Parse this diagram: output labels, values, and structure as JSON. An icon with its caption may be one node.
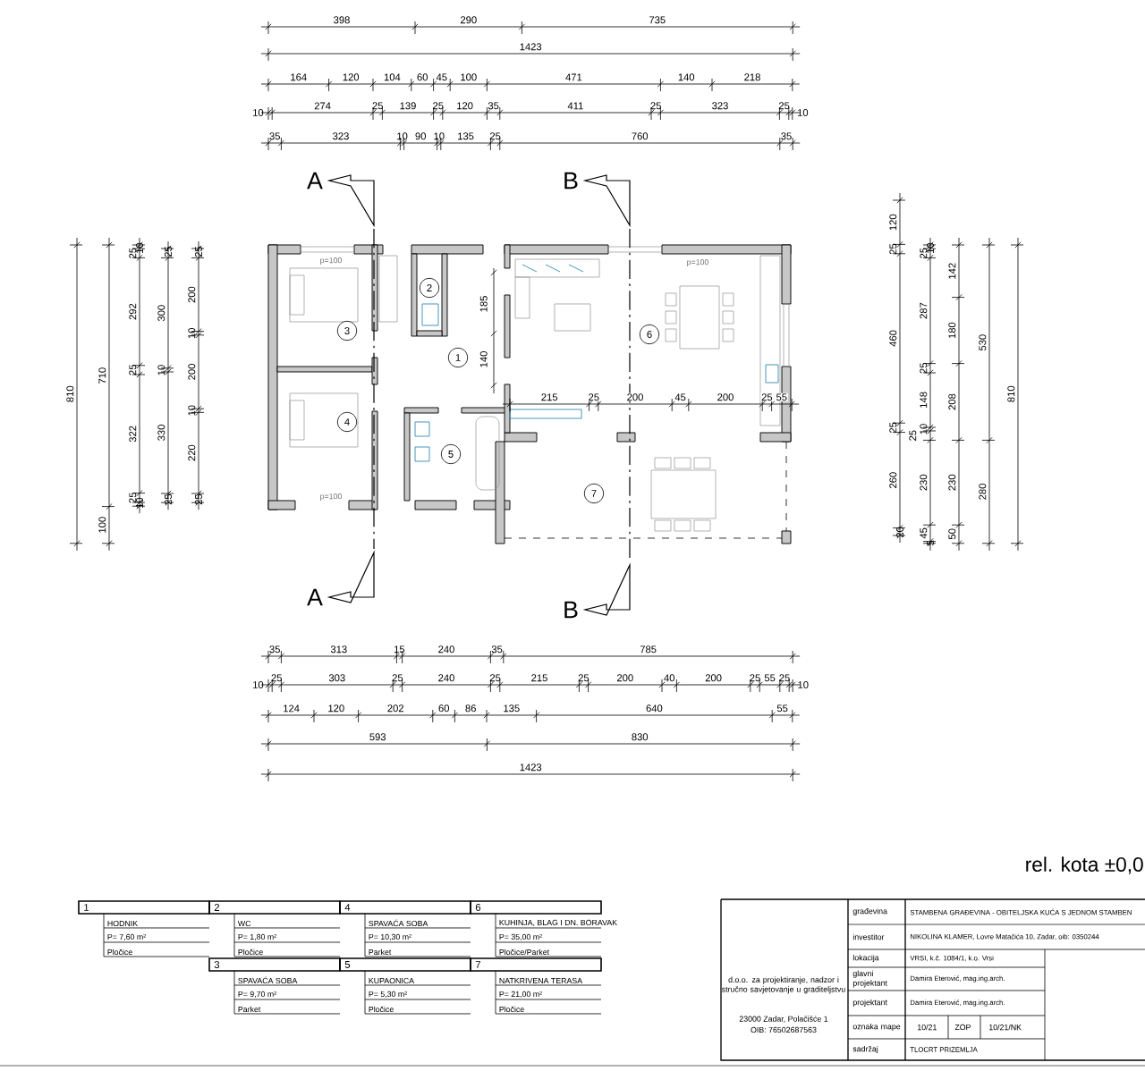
{
  "diagram": {
    "nodes": [
      {
        "text": [
          "2"
        ]
      },
      {
        "text": [
          "3"
        ]
      },
      {
        "text": [
          "6"
        ]
      },
      {
        "text": [
          "1"
        ]
      },
      {
        "text": [
          "4"
        ]
      },
      {
        "text": [
          "5"
        ]
      },
      {
        "text": [
          "7"
        ]
      }
    ],
    "labels": [
      "398",
      "290",
      "735",
      "1423",
      "164",
      "120",
      "104",
      "60",
      "45",
      "100",
      "471",
      "140",
      "218",
      "10",
      "274",
      "25",
      "139",
      "25",
      "120",
      "35",
      "411",
      "25",
      "323",
      "25",
      "10",
      "35",
      "323",
      "10",
      "90",
      "10",
      "135",
      "25",
      "760",
      "35",
      "A",
      "B",
      "p=100",
      "p=100",
      "p=100",
      "185",
      "140",
      "215",
      "25",
      "200",
      "45",
      "200",
      "25",
      "55",
      "810",
      "710",
      "100",
      "10",
      "25",
      "292",
      "25",
      "322",
      "25",
      "10",
      "25",
      "300",
      "10",
      "330",
      "25",
      "25",
      "200",
      "10",
      "200",
      "10",
      "220",
      "25",
      "120",
      "25",
      "460",
      "25",
      "260",
      "20",
      "10",
      "25",
      "287",
      "25",
      "148",
      "10",
      "25",
      "230",
      "45",
      "5",
      "142",
      "180",
      "208",
      "230",
      "50",
      "530",
      "280",
      "810",
      "A",
      "B",
      "35",
      "313",
      "15",
      "240",
      "35",
      "785",
      "10",
      "25",
      "303",
      "25",
      "240",
      "25",
      "215",
      "25",
      "200",
      "40",
      "200",
      "25",
      "55",
      "25",
      "10",
      "124",
      "120",
      "202",
      "60",
      "86",
      "135",
      "640",
      "55",
      "593",
      "830",
      "1423",
      "rel. kota ±0,0",
      "1",
      "HODNIK",
      "P= 7,60 m²",
      "Pločice",
      "2",
      "WC",
      "P= 1,80 m²",
      "Pločice",
      "4",
      "SPAVAĆA SOBA",
      "P= 10,30 m²",
      "Parket",
      "6",
      "KUHINJA, BLAG I DN. BORAVAK",
      "P= 35,00 m²",
      "Pločice/Parket",
      "3",
      "SPAVAĆA SOBA",
      "P= 9,70 m²",
      "Parket",
      "5",
      "KUPAONICA",
      "P= 5,30 m²",
      "Pločice",
      "7",
      "NATKRIVENA TERASA",
      "P= 21,00 m²",
      "Pločice",
      "d.o.o. za projektiranje, nadzor i stručno savjetovanje u graditeljstvu",
      "23000 Zadar, Polačišće 1",
      "OIB: 76502687563",
      "građevina",
      "STAMBENA GRAĐEVINA - OBITELJSKA KUĆA S JEDNOM STAMBEN",
      "investitor",
      "NIKOLINA KLAMER, Lovre Matačića 10, Zadar, oib: 0350244",
      "lokacija",
      "VRSI, k.č. 1084/1, k.o. Vrsi",
      "glavni projektant",
      "Damira Eterović, mag.ing.arch.",
      "projektant",
      "Damira Eterović, mag.ing.arch.",
      "oznaka mape",
      "10/21",
      "ZOP",
      "10/21/NK",
      "sadržaj",
      "TLOCRT PRIZEMLJA"
    ]
  }
}
